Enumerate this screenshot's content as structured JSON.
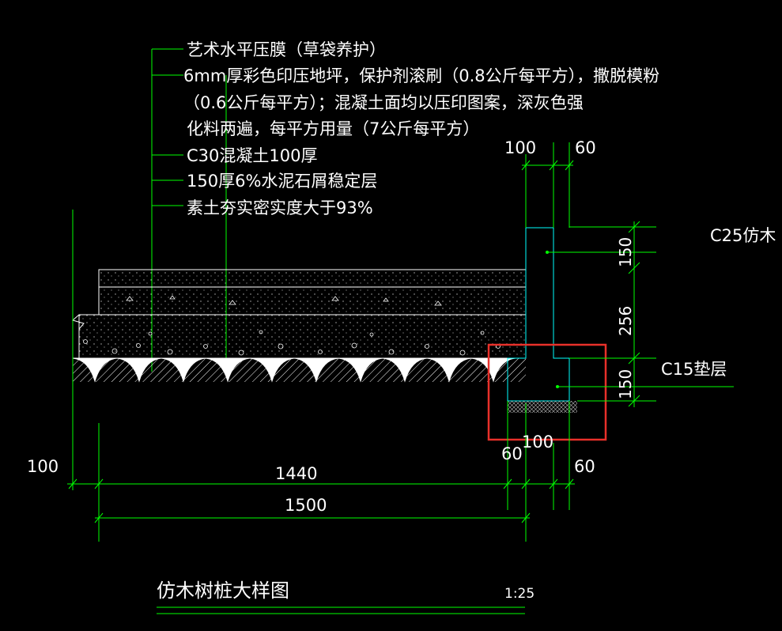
{
  "drawing": {
    "title": "仿木树桩大样图",
    "scale": "1:25",
    "colors": {
      "background": "#000000",
      "dimension": "#00ff00",
      "text": "#ffffff",
      "outline": "#00ffff",
      "highlight": "#e8302a"
    },
    "leader_notes": [
      "艺术水平压膜（草袋养护）",
      "6mm厚彩色印压地坪，保护剂滚刷（0.8公斤每平方），撒脱模粉",
      "（0.6公斤每平方）；混凝土面均以压印图案，深灰色强",
      "化料两遍，每平方用量（7公斤每平方）",
      "C30混凝土100厚",
      "150厚6%水泥石屑稳定层",
      "素土夯实密实度大于93%"
    ],
    "right_labels": {
      "c25": "C25仿木",
      "c15": "C15垫层"
    },
    "dimensions": {
      "top_100": "100",
      "top_60": "60",
      "v_150_top": "150",
      "v_256": "256",
      "v_150_bottom": "150",
      "bottom_100_left": "100",
      "bottom_100_mid": "100",
      "bottom_60_left": "60",
      "bottom_60_right": "60",
      "len_1440": "1440",
      "len_1500": "1500"
    }
  }
}
